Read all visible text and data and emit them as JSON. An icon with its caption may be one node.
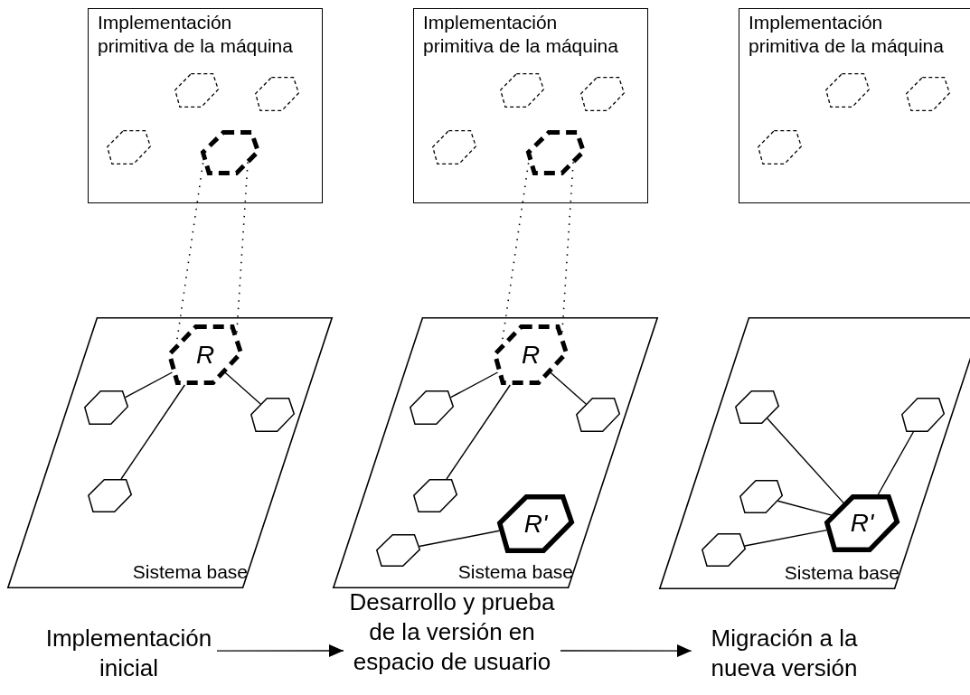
{
  "diagram": {
    "nodes": [
      {
        "text": [
          "Implementación primitiva de la máquina"
        ]
      },
      {
        "text": [],
        "shape": "hexagon",
        "in": 0
      },
      {
        "text": [],
        "shape": "hexagon",
        "in": 0
      },
      {
        "text": [],
        "shape": "hexagon",
        "in": 0
      },
      {
        "text": [],
        "shape": "hexagon",
        "in": 0
      },
      {
        "text": [
          "Sistema base"
        ]
      },
      {
        "text": [
          "R"
        ],
        "in": 5
      },
      {
        "text": [],
        "shape": "hexagon",
        "in": 5
      },
      {
        "text": [],
        "shape": "hexagon",
        "in": 5
      },
      {
        "text": [],
        "shape": "hexagon",
        "in": 5
      },
      {
        "text": [
          "Implementación primitiva de la máquina"
        ]
      },
      {
        "text": [],
        "shape": "hexagon",
        "in": 10
      },
      {
        "text": [],
        "shape": "hexagon",
        "in": 10
      },
      {
        "text": [],
        "shape": "hexagon",
        "in": 10
      },
      {
        "text": [],
        "shape": "hexagon",
        "in": 10
      },
      {
        "text": [
          "Sistema base"
        ]
      },
      {
        "text": [
          "R"
        ],
        "in": 15
      },
      {
        "text": [],
        "shape": "hexagon",
        "in": 15
      },
      {
        "text": [],
        "shape": "hexagon",
        "in": 15
      },
      {
        "text": [],
        "shape": "hexagon",
        "in": 15
      },
      {
        "text": [
          "R'"
        ],
        "in": 15
      },
      {
        "text": [],
        "shape": "hexagon",
        "in": 15
      },
      {
        "text": [
          "Implementación primitiva de la máquina"
        ]
      },
      {
        "text": [],
        "shape": "hexagon",
        "in": 22
      },
      {
        "text": [],
        "shape": "hexagon",
        "in": 22
      },
      {
        "text": [],
        "shape": "hexagon",
        "in": 22
      },
      {
        "text": [
          "Sistema base"
        ]
      },
      {
        "text": [],
        "shape": "hexagon",
        "in": 26
      },
      {
        "text": [],
        "shape": "hexagon",
        "in": 26
      },
      {
        "text": [],
        "shape": "hexagon",
        "in": 26
      },
      {
        "text": [
          "R'"
        ],
        "in": 26
      },
      {
        "text": [],
        "shape": "hexagon",
        "in": 26
      },
      {
        "text": [
          "Implementación inicial"
        ]
      },
      {
        "text": [
          "Desarrollo y prueba de la versión en espacio de usuario"
        ]
      },
      {
        "text": [
          "Migración a la nueva versión"
        ]
      }
    ],
    "edges": [
      {
        "from": 4,
        "to": 6,
        "arrow": "none",
        "style": "dashed"
      },
      {
        "from": 4,
        "to": 6,
        "arrow": "none",
        "style": "dashed"
      },
      {
        "from": 6,
        "to": 7,
        "arrow": "none"
      },
      {
        "from": 6,
        "to": 8,
        "arrow": "none"
      },
      {
        "from": 6,
        "to": 9,
        "arrow": "none"
      },
      {
        "from": 14,
        "to": 16,
        "arrow": "none",
        "style": "dashed"
      },
      {
        "from": 14,
        "to": 16,
        "arrow": "none",
        "style": "dashed"
      },
      {
        "from": 16,
        "to": 17,
        "arrow": "none"
      },
      {
        "from": 16,
        "to": 18,
        "arrow": "none"
      },
      {
        "from": 16,
        "to": 19,
        "arrow": "none"
      },
      {
        "from": 21,
        "to": 20,
        "arrow": "none"
      },
      {
        "from": 27,
        "to": 30,
        "arrow": "none"
      },
      {
        "from": 28,
        "to": 30,
        "arrow": "none"
      },
      {
        "from": 29,
        "to": 30,
        "arrow": "none"
      },
      {
        "from": 31,
        "to": 30,
        "arrow": "none"
      },
      {
        "from": 32,
        "to": 33,
        "arrow": "to"
      },
      {
        "from": 33,
        "to": 34,
        "arrow": "to"
      }
    ]
  }
}
